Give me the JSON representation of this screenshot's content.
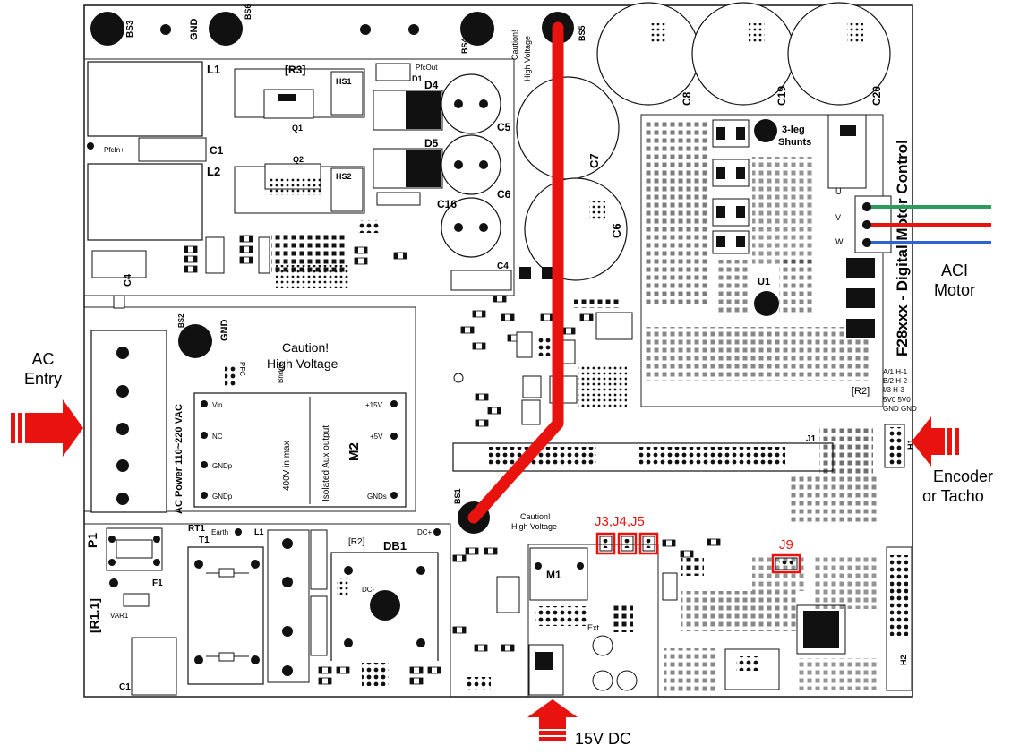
{
  "board": {
    "model": "F28xxx - Digital Motor Control",
    "revision": "[R1.1]",
    "caution_1": "Caution!",
    "caution_2": "High Voltage",
    "ac_power": "AC Power  110~220 VAC",
    "aux_out": "Isolated Aux output",
    "aux_max": "400V in max",
    "m2_label": "M2",
    "m1_label": "M1",
    "db1": "DB1",
    "r2_a": "[R2]",
    "r2_b": "[R2]",
    "r3": "[R3]",
    "shunts_1": "3-leg",
    "shunts_2": "Shunts",
    "u1": "U1",
    "p1": "P1",
    "t1": "T1",
    "rt1": "RT1",
    "f1": "F1",
    "var1": "VAR1",
    "earth": "Earth",
    "ext": "Ext",
    "pfc": "PFC",
    "bridge": "Bridge",
    "pfcout": "PfcOut",
    "pfcin": "PfcIn+",
    "gnd": "GND",
    "j1": "J1",
    "h1": "H1",
    "h2": "H2",
    "bs1": "BS1",
    "bs2": "BS2",
    "bs3": "BS3",
    "bs4": "BS4",
    "bs5": "BS5",
    "bs6": "BS6",
    "l1": "L1",
    "l2": "L2",
    "c1": "C1",
    "c4": "C4",
    "c5": "C5",
    "c6": "C6",
    "c7": "C7",
    "c8": "C8",
    "c16": "C16",
    "c19": "C19",
    "c20": "C20",
    "d1": "D1",
    "d4": "D4",
    "d5": "D5",
    "hs1": "HS1",
    "hs2": "HS2",
    "q1": "Q1",
    "q2": "Q2",
    "m2_pins": [
      "Vin",
      "NC",
      "GNDp",
      "GNDp",
      "+15V",
      "+5V",
      "GNDs"
    ],
    "hall_pins": [
      "A/1 H-1",
      "B/2 H-2",
      "I/3 H-3",
      "5V0 5V0",
      "GND GND"
    ],
    "uvw": [
      "U",
      "V",
      "W"
    ],
    "dcplus": "DC+",
    "dcminus": "DC-"
  },
  "external_labels": {
    "ac_entry": [
      "AC",
      "Entry"
    ],
    "aci_motor": [
      "ACI",
      "Motor"
    ],
    "encoder": [
      "Encoder",
      "or Tacho"
    ],
    "dc15": "15V DC"
  },
  "jumpers": {
    "j345": "J3,J4,J5",
    "j9": "J9"
  },
  "colors": {
    "arrow": "#e8130f",
    "hv_line": "#e8130f",
    "highlight": "#e8130f",
    "motor_phase_1": "#2e9b5e",
    "motor_phase_2": "#e8130f",
    "motor_phase_3": "#2f62d8"
  }
}
